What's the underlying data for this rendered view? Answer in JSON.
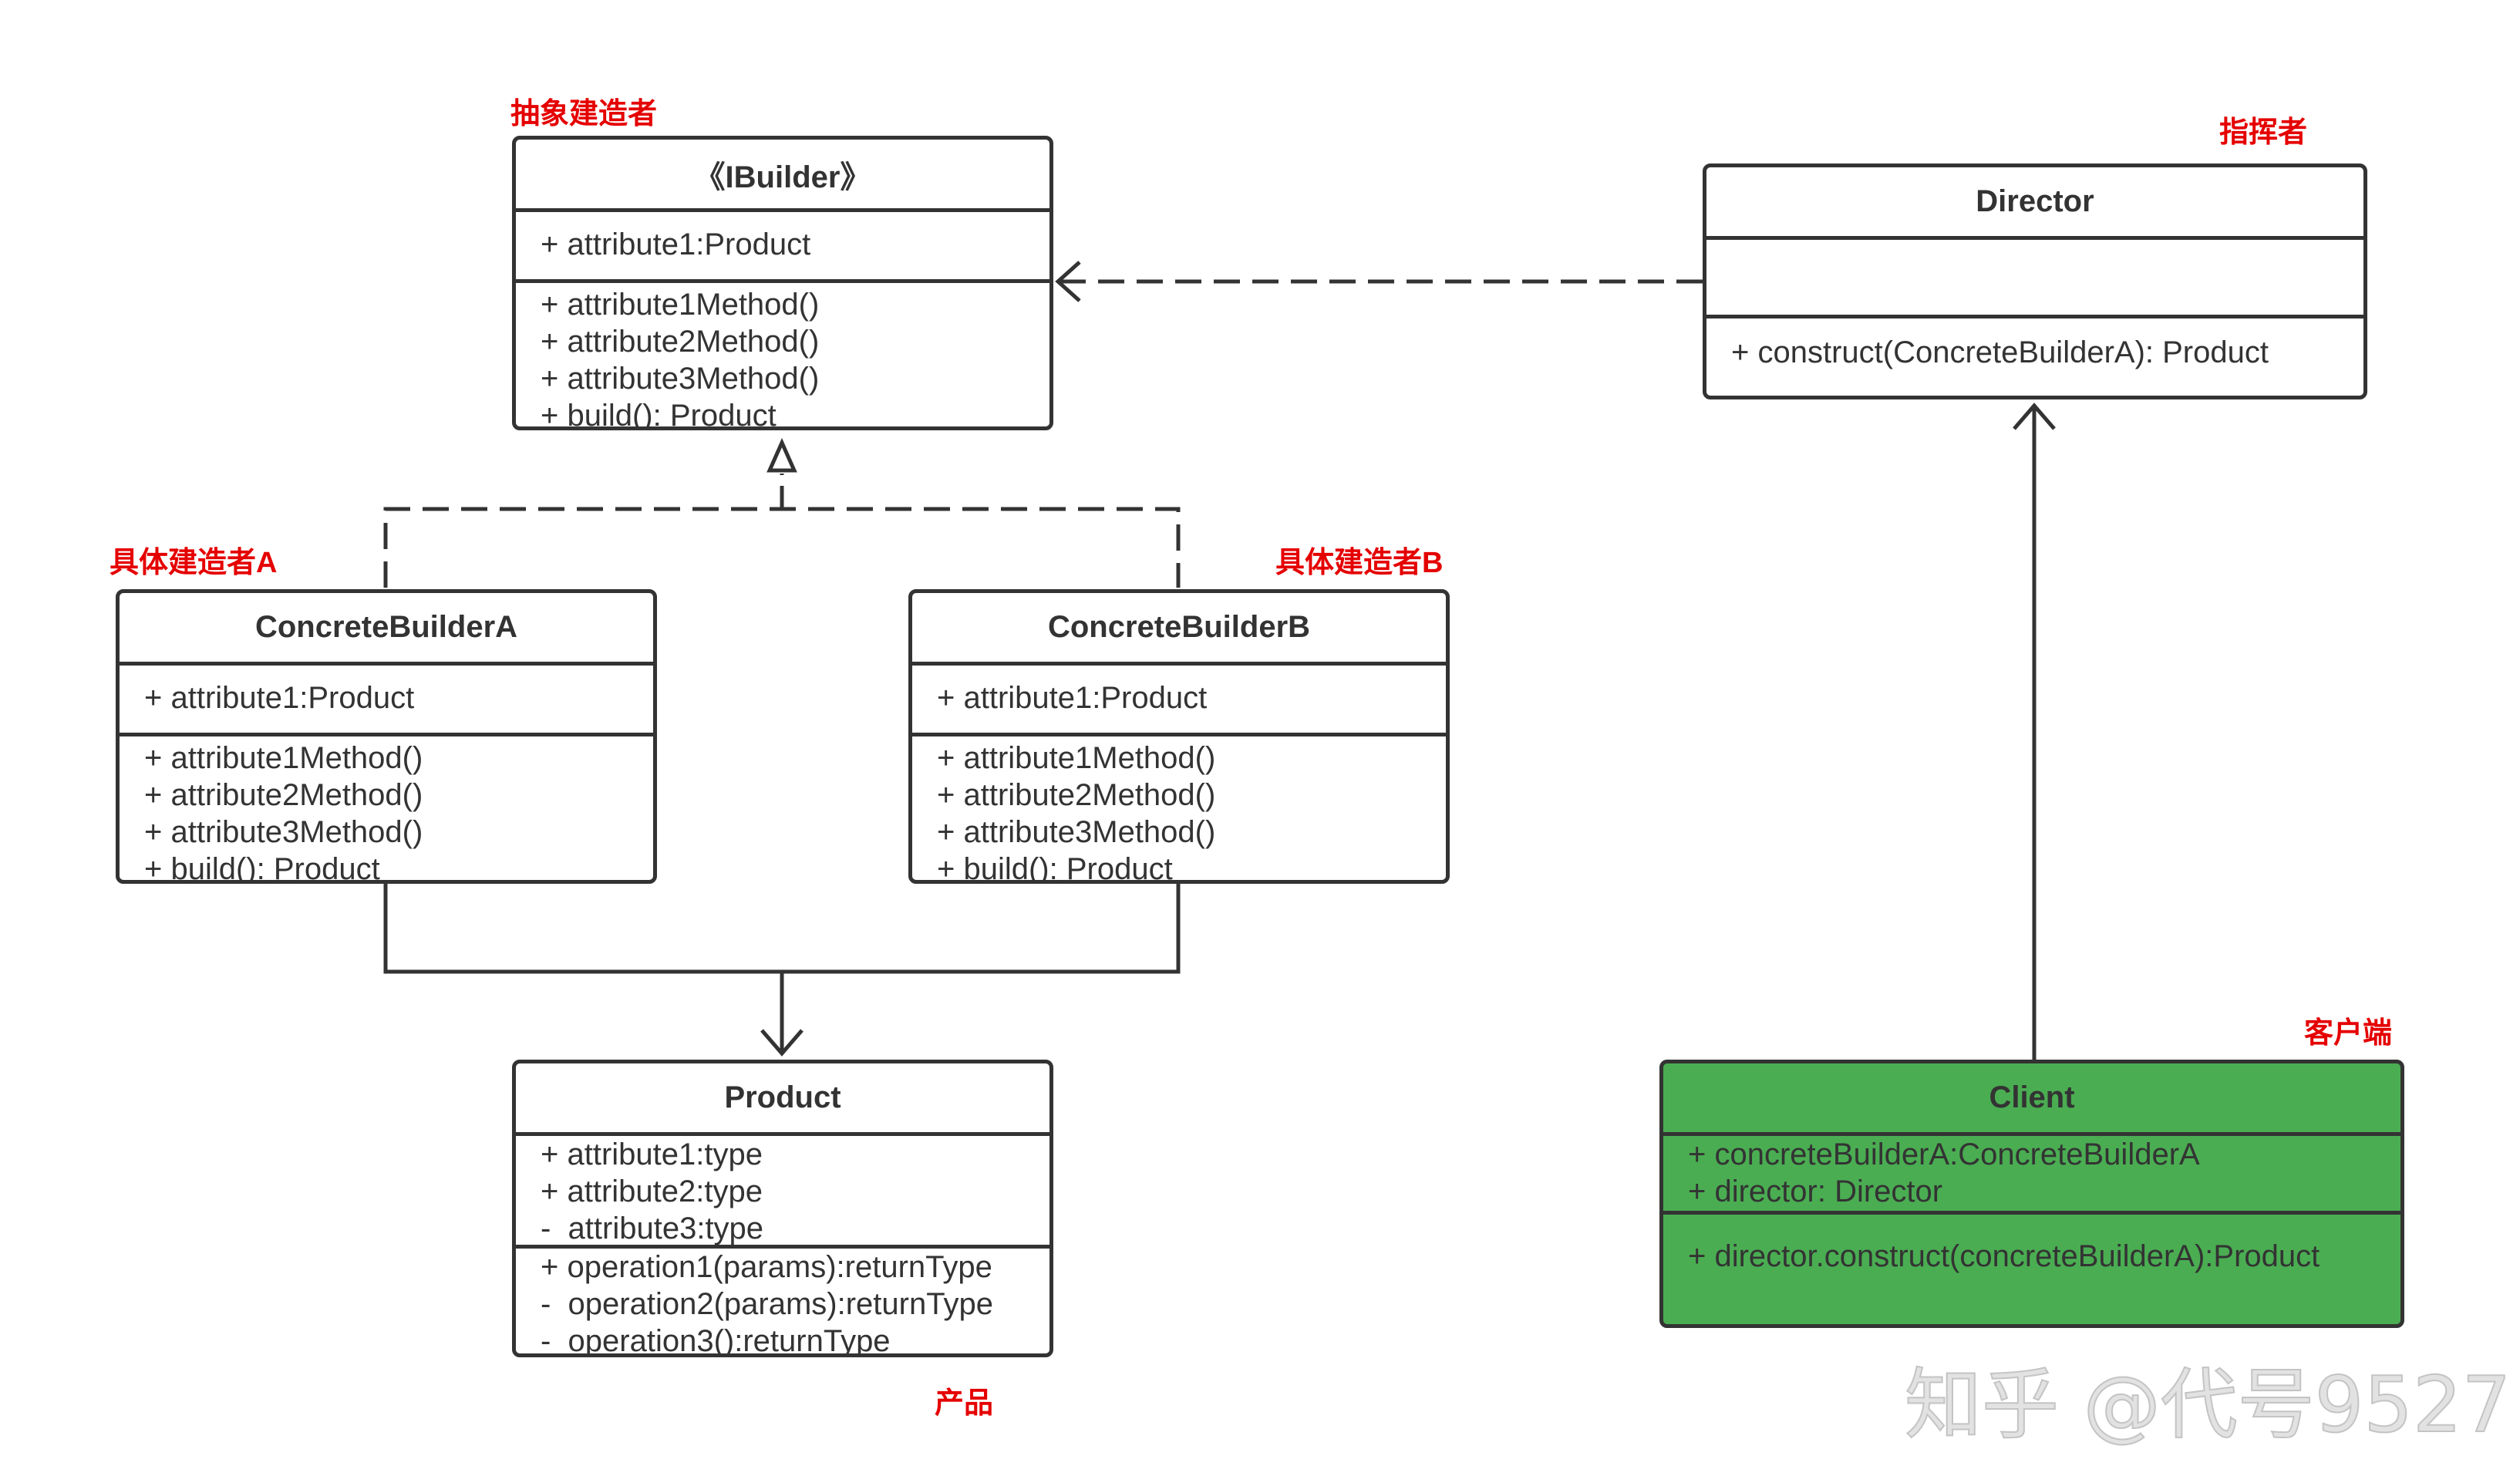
{
  "classes": {
    "ibuilder": {
      "name": "《IBuilder》",
      "tag": "抽象建造者",
      "attributes": [
        "+ attribute1:Product"
      ],
      "methods": [
        "+ attribute1Method()",
        "+ attribute2Method()",
        "+ attribute3Method()",
        "+ build(): Product"
      ]
    },
    "director": {
      "name": "Director",
      "tag": "指挥者",
      "attributes": [],
      "methods": [
        "+ construct(ConcreteBuilderA): Product"
      ]
    },
    "builder_a": {
      "name": "ConcreteBuilderA",
      "tag": "具体建造者A",
      "attributes": [
        "+ attribute1:Product"
      ],
      "methods": [
        "+ attribute1Method()",
        "+ attribute2Method()",
        "+ attribute3Method()",
        "+ build(): Product"
      ]
    },
    "builder_b": {
      "name": "ConcreteBuilderB",
      "tag": "具体建造者B",
      "attributes": [
        "+ attribute1:Product"
      ],
      "methods": [
        "+ attribute1Method()",
        "+ attribute2Method()",
        "+ attribute3Method()",
        "+ build(): Product"
      ]
    },
    "product": {
      "name": "Product",
      "tag": "产品",
      "attributes": [
        "+ attribute1:type",
        "+ attribute2:type",
        "-  attribute3:type"
      ],
      "methods": [
        "+ operation1(params):returnType",
        "-  operation2(params):returnType",
        "-  operation3():returnType"
      ]
    },
    "client": {
      "name": "Client",
      "tag": "客户端",
      "attributes": [
        "+ concreteBuilderA:ConcreteBuilderA",
        "+ director: Director"
      ],
      "methods": [
        "+ director.construct(concreteBuilderA):Product"
      ]
    }
  },
  "colors": {
    "line": "#333333",
    "tag": "#e50000",
    "client_fill": "#4aad52"
  },
  "watermark": "知乎 @代号9527"
}
